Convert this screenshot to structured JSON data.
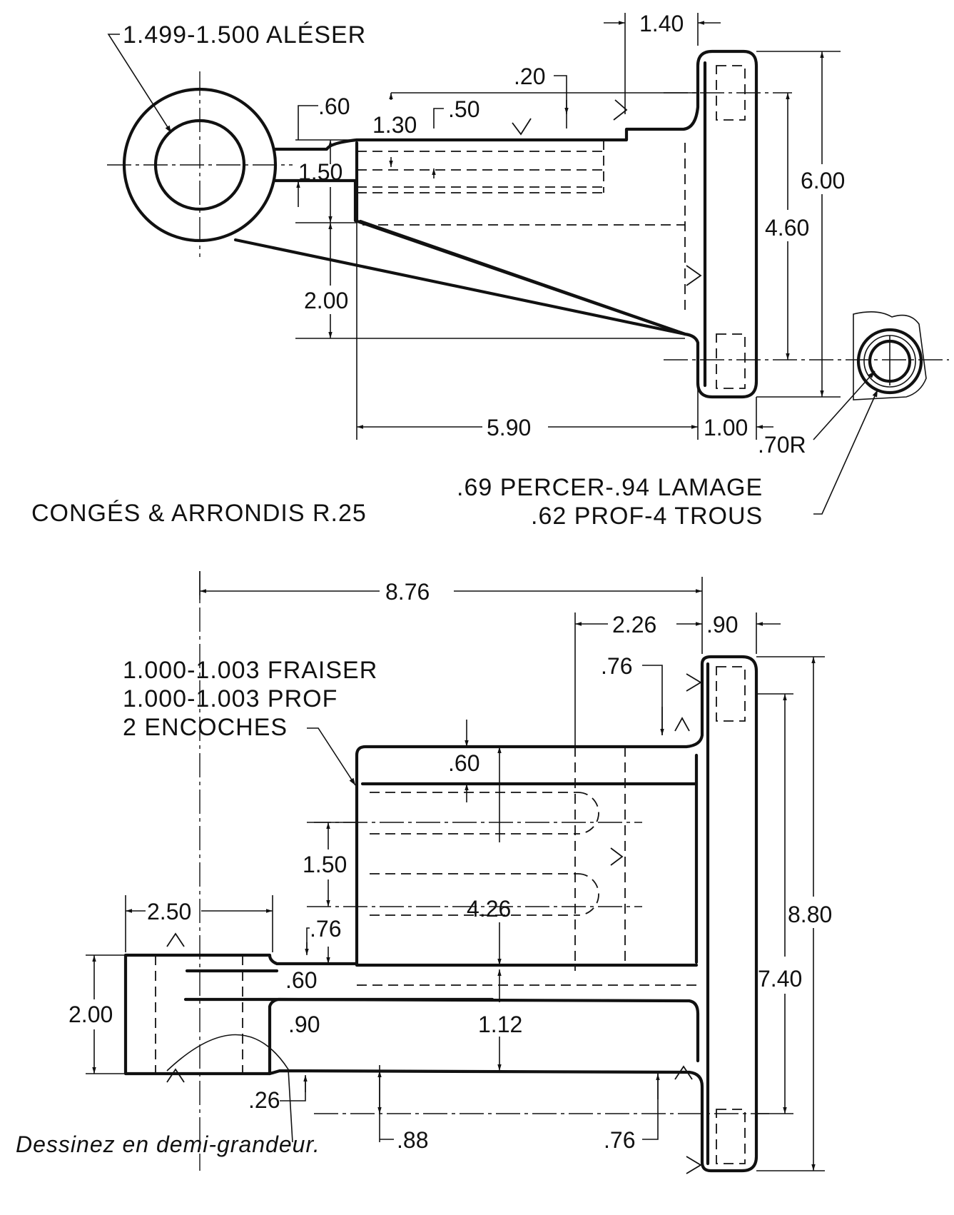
{
  "notes": {
    "bore": "1.499-1.500 ALÉSER",
    "fillets": "CONGÉS & ARRONDIS R.25",
    "drill_line1": ".69 PERCER-.94 LAMAGE",
    "drill_line2": ".62 PROF-4 TROUS",
    "mill_line1": "1.000-1.003 FRAISER",
    "mill_line2": "1.000-1.003 PROF",
    "mill_line3": "2 ENCOCHES",
    "instruction": "Dessinez en demi-grandeur."
  },
  "top_view": {
    "d_140": "1.40",
    "d_020": ".20",
    "d_060": ".60",
    "d_130": "1.30",
    "d_050": ".50",
    "d_150": "1.50",
    "d_200": "2.00",
    "d_600": "6.00",
    "d_460": "4.60",
    "d_590": "5.90",
    "d_100": "1.00",
    "d_070r": ".70R"
  },
  "front_view": {
    "d_876": "8.76",
    "d_226": "2.26",
    "d_090": ".90",
    "d_076_top": ".76",
    "d_060_top": ".60",
    "d_150": "1.50",
    "d_426": "4.26",
    "d_250": "2.50",
    "d_076_mid": ".76",
    "d_060_mid": ".60",
    "d_200": "2.00",
    "d_090_low": ".90",
    "d_112": "1.12",
    "d_880": "8.80",
    "d_740": "7.40",
    "d_026": ".26",
    "d_088": ".88",
    "d_076_bot": ".76"
  },
  "colors": {
    "ink": "#111111",
    "paper": "#ffffff"
  }
}
